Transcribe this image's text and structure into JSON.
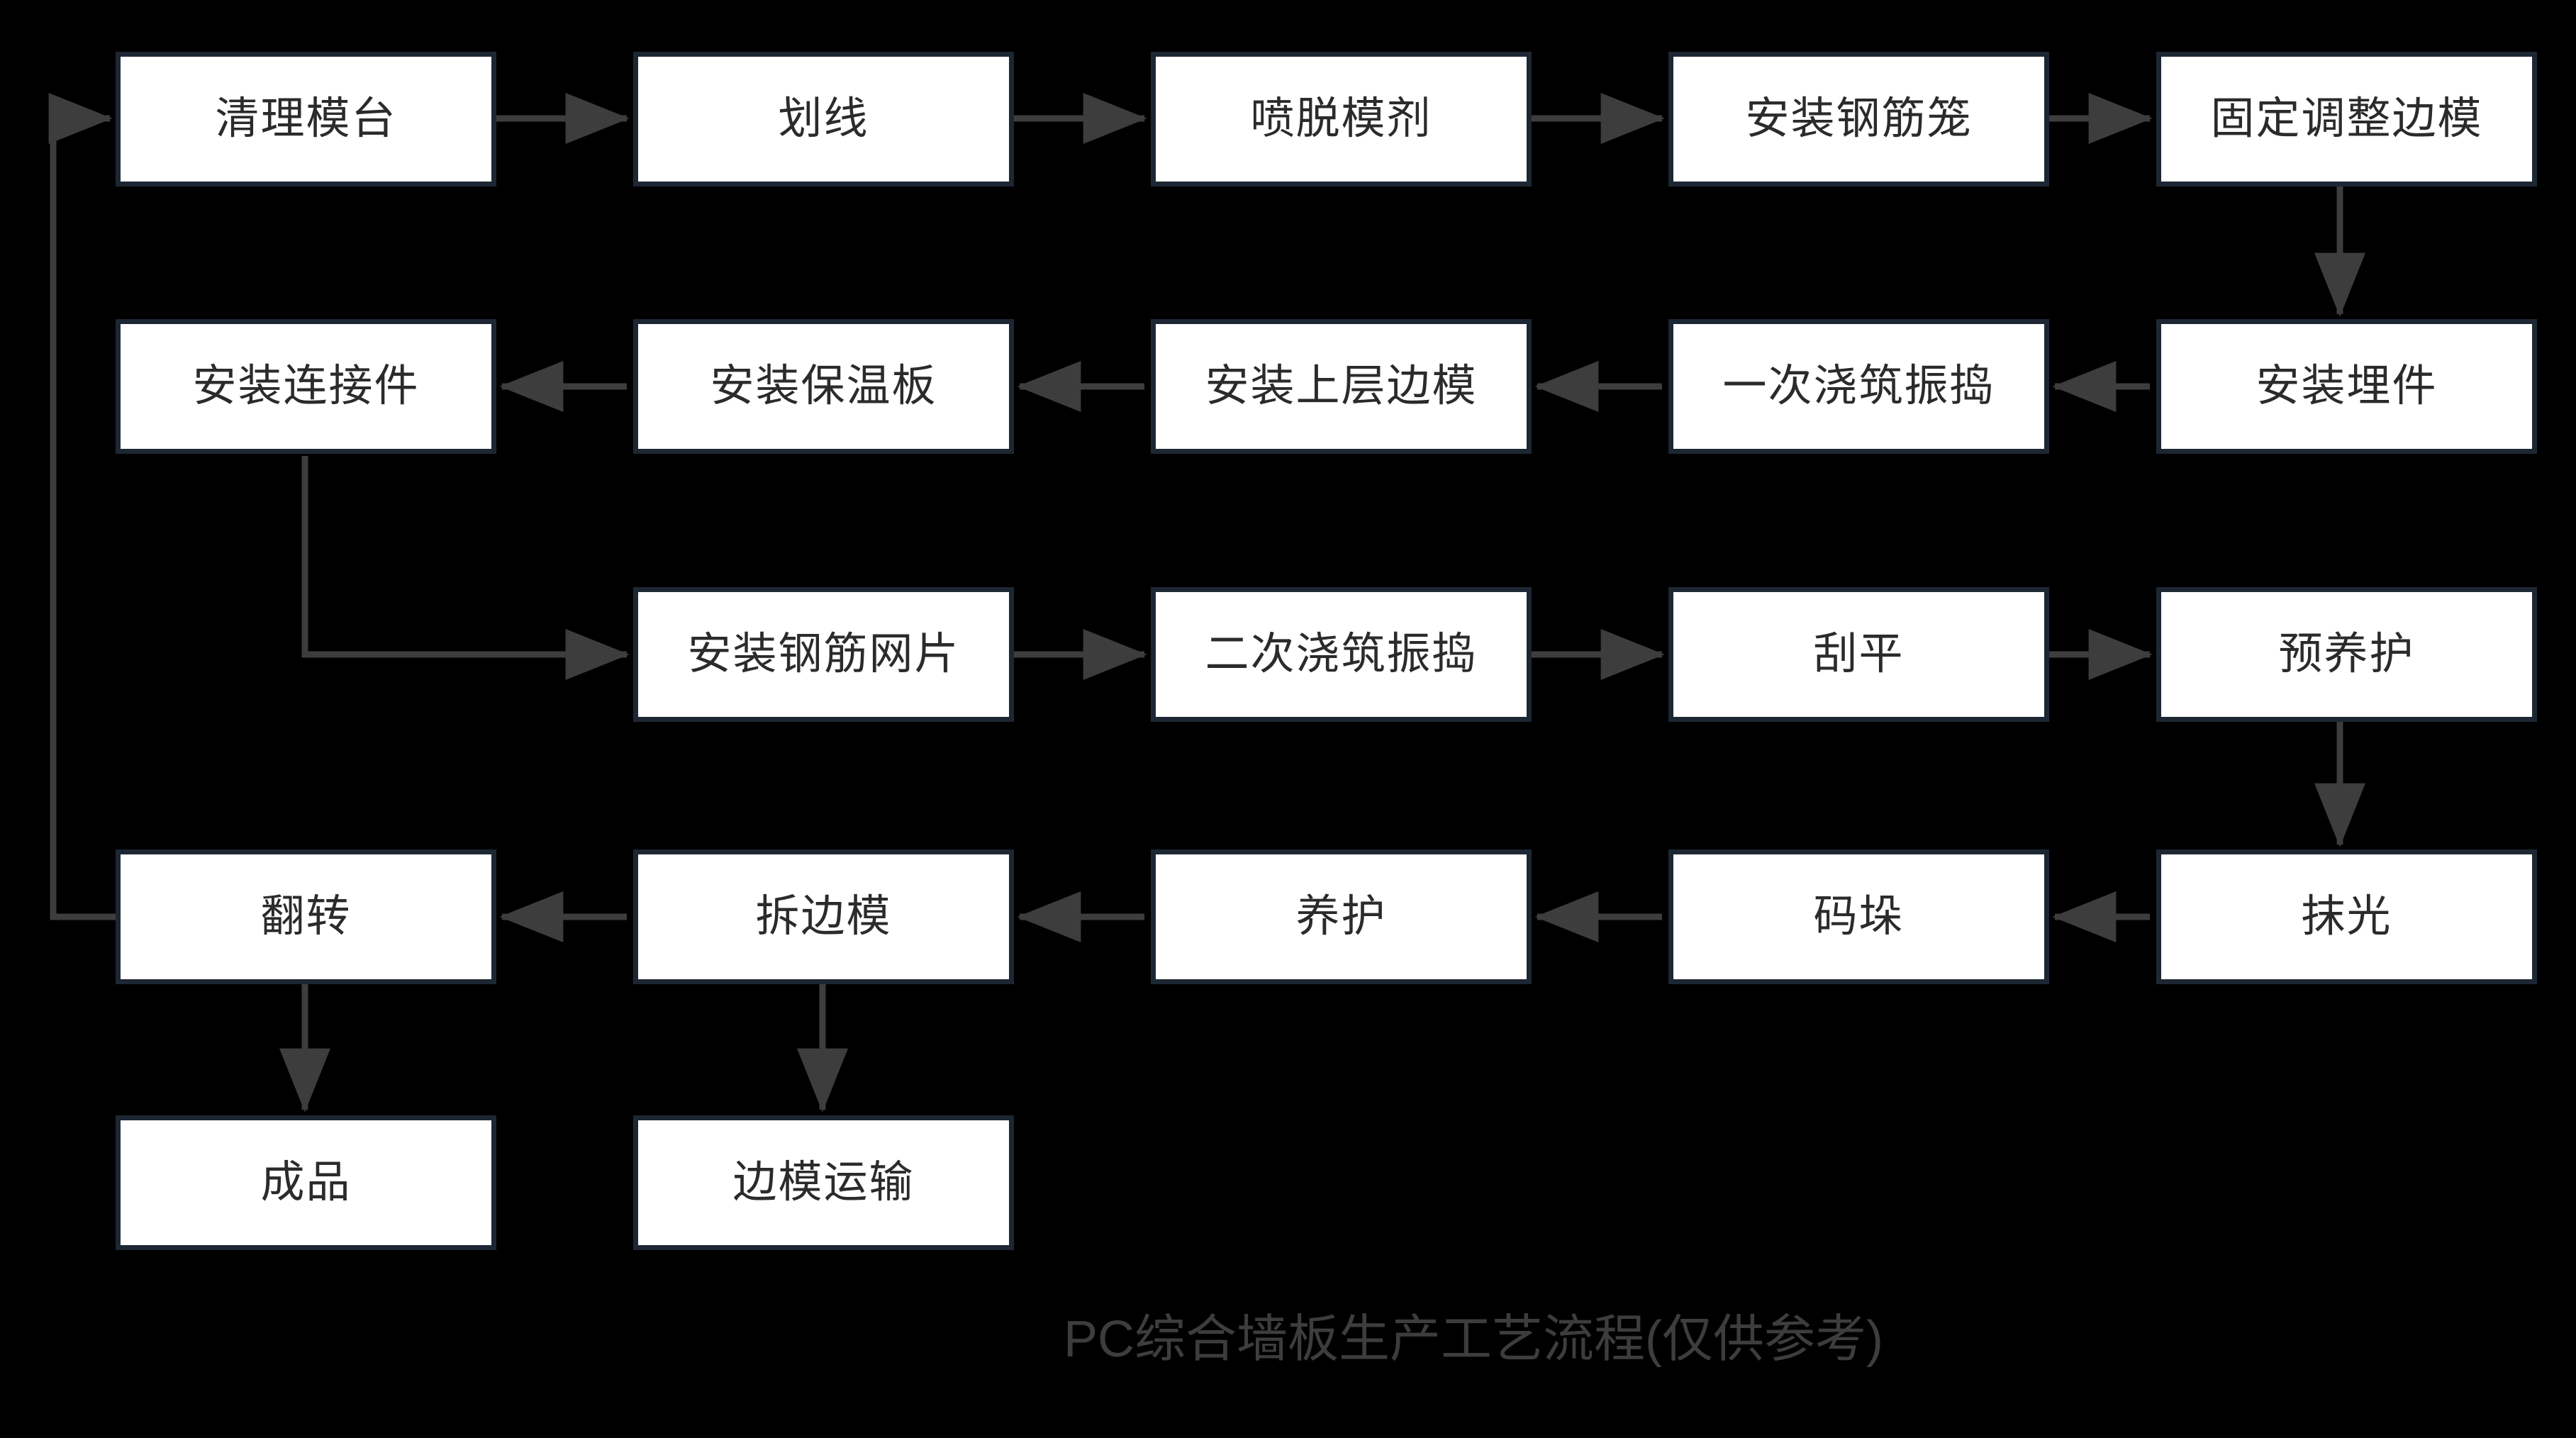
{
  "diagram": {
    "title": "PC综合墙板生产工艺流程(仅供参考)",
    "background_color": "#000000",
    "node_fill_color": "#ffffff",
    "node_border_color": "#1d2733",
    "node_text_color": "#2b2b2b",
    "edge_color": "#3d3d3d",
    "title_color": "#3d3d3d",
    "nodes": [
      {
        "id": "n1",
        "label": "清理模台",
        "row": 1,
        "col": 1
      },
      {
        "id": "n2",
        "label": "划线",
        "row": 1,
        "col": 2
      },
      {
        "id": "n3",
        "label": "喷脱模剂",
        "row": 1,
        "col": 3
      },
      {
        "id": "n4",
        "label": "安装钢筋笼",
        "row": 1,
        "col": 4
      },
      {
        "id": "n5",
        "label": "固定调整边模",
        "row": 1,
        "col": 5
      },
      {
        "id": "n6",
        "label": "安装连接件",
        "row": 2,
        "col": 1
      },
      {
        "id": "n7",
        "label": "安装保温板",
        "row": 2,
        "col": 2
      },
      {
        "id": "n8",
        "label": "安装上层边模",
        "row": 2,
        "col": 3
      },
      {
        "id": "n9",
        "label": "一次浇筑振捣",
        "row": 2,
        "col": 4
      },
      {
        "id": "n10",
        "label": "安装埋件",
        "row": 2,
        "col": 5
      },
      {
        "id": "n11",
        "label": "安装钢筋网片",
        "row": 3,
        "col": 2
      },
      {
        "id": "n12",
        "label": "二次浇筑振捣",
        "row": 3,
        "col": 3
      },
      {
        "id": "n13",
        "label": "刮平",
        "row": 3,
        "col": 4
      },
      {
        "id": "n14",
        "label": "预养护",
        "row": 3,
        "col": 5
      },
      {
        "id": "n15",
        "label": "翻转",
        "row": 4,
        "col": 1
      },
      {
        "id": "n16",
        "label": "拆边模",
        "row": 4,
        "col": 2
      },
      {
        "id": "n17",
        "label": "养护",
        "row": 4,
        "col": 3
      },
      {
        "id": "n18",
        "label": "码垛",
        "row": 4,
        "col": 4
      },
      {
        "id": "n19",
        "label": "抹光",
        "row": 4,
        "col": 5
      },
      {
        "id": "n20",
        "label": "成品",
        "row": 5,
        "col": 1
      },
      {
        "id": "n21",
        "label": "边模运输",
        "row": 5,
        "col": 2
      }
    ],
    "edges": [
      {
        "from": "n1",
        "to": "n2",
        "kind": "right"
      },
      {
        "from": "n2",
        "to": "n3",
        "kind": "right"
      },
      {
        "from": "n3",
        "to": "n4",
        "kind": "right"
      },
      {
        "from": "n4",
        "to": "n5",
        "kind": "right"
      },
      {
        "from": "n5",
        "to": "n10",
        "kind": "down"
      },
      {
        "from": "n10",
        "to": "n9",
        "kind": "left"
      },
      {
        "from": "n9",
        "to": "n8",
        "kind": "left"
      },
      {
        "from": "n8",
        "to": "n7",
        "kind": "left"
      },
      {
        "from": "n7",
        "to": "n6",
        "kind": "left"
      },
      {
        "from": "n6",
        "to": "n11",
        "kind": "elbow-down-right"
      },
      {
        "from": "n11",
        "to": "n12",
        "kind": "right"
      },
      {
        "from": "n12",
        "to": "n13",
        "kind": "right"
      },
      {
        "from": "n13",
        "to": "n14",
        "kind": "right"
      },
      {
        "from": "n14",
        "to": "n19",
        "kind": "down"
      },
      {
        "from": "n19",
        "to": "n18",
        "kind": "left"
      },
      {
        "from": "n18",
        "to": "n17",
        "kind": "left"
      },
      {
        "from": "n17",
        "to": "n16",
        "kind": "left"
      },
      {
        "from": "n16",
        "to": "n15",
        "kind": "left"
      },
      {
        "from": "n15",
        "to": "n20",
        "kind": "down"
      },
      {
        "from": "n16",
        "to": "n21",
        "kind": "down"
      },
      {
        "from": "n15",
        "to": "n1",
        "kind": "loop-back-left"
      }
    ]
  }
}
